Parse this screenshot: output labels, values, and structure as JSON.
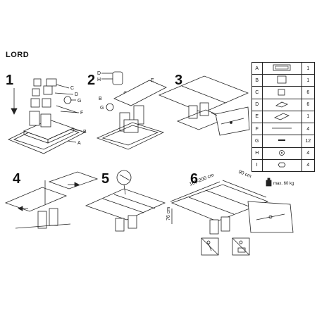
{
  "title": "LORD",
  "steps": [
    "1",
    "2",
    "3",
    "4",
    "5",
    "6"
  ],
  "step1_labels": [
    "C",
    "D",
    "G",
    "F",
    "B",
    "A"
  ],
  "step2_labels": [
    "D",
    "H",
    "E",
    "B",
    "G"
  ],
  "parts": [
    {
      "letter": "A",
      "icon": "frame-icon",
      "qty": "1"
    },
    {
      "letter": "B",
      "icon": "leg-block-icon",
      "qty": "1"
    },
    {
      "letter": "C",
      "icon": "cube-icon",
      "qty": "6"
    },
    {
      "letter": "D",
      "icon": "bracket-icon",
      "qty": "6"
    },
    {
      "letter": "E",
      "icon": "plate-icon",
      "qty": "1"
    },
    {
      "letter": "F",
      "icon": "rod-icon",
      "qty": "4"
    },
    {
      "letter": "G",
      "icon": "bolt-icon",
      "qty": "12"
    },
    {
      "letter": "H",
      "icon": "washer-icon",
      "qty": "4"
    },
    {
      "letter": "I",
      "icon": "nut-icon",
      "qty": "4"
    }
  ],
  "dimensions": {
    "length": "160-200 cm",
    "width": "90 cm",
    "height": "76 cm"
  },
  "weight": "max. 60 kg"
}
